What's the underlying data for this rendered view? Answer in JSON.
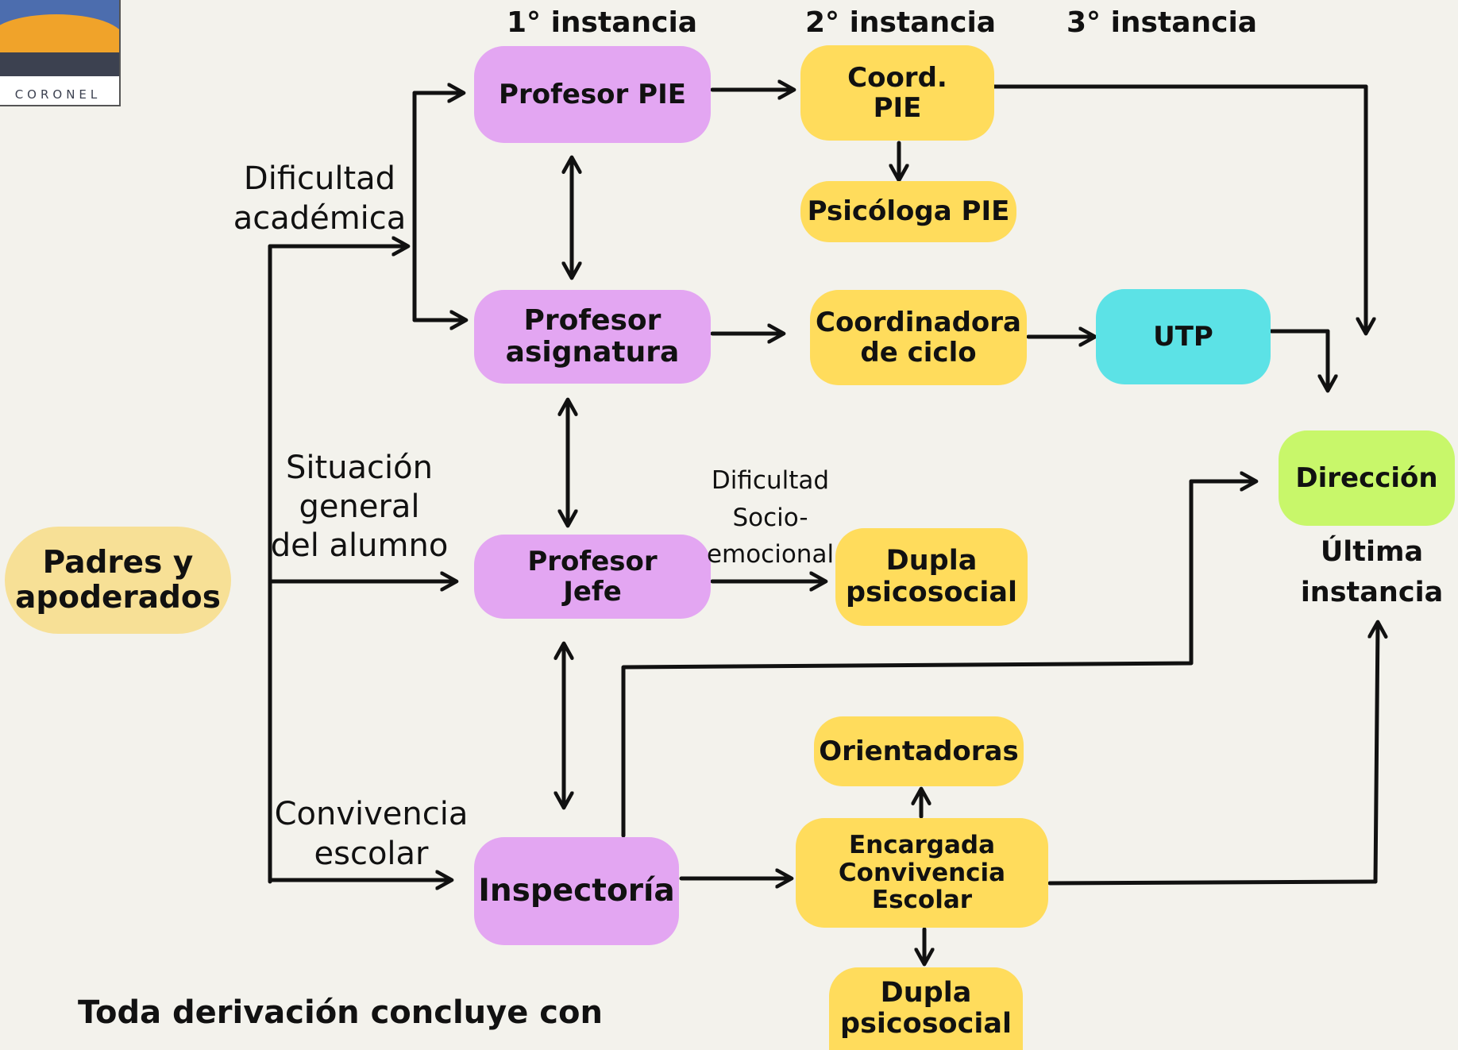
{
  "logo": {
    "text": "CORONEL"
  },
  "headers": {
    "first": "1° instancia",
    "second": "2° instancia",
    "third": "3° instancia"
  },
  "nodes": {
    "padres": "Padres y\napoderados",
    "profesor_pie": "Profesor PIE",
    "coord_pie": "Coord.\nPIE",
    "psicologa_pie": "Psicóloga PIE",
    "profesor_asignatura": "Profesor\nasignatura",
    "coordinadora_ciclo": "Coordinadora\nde ciclo",
    "utp": "UTP",
    "profesor_jefe": "Profesor\nJefe",
    "dupla_1": "Dupla\npsicosocial",
    "direccion": "Dirección",
    "orientadoras": "Orientadoras",
    "inspectoria": "Inspectoría",
    "encargada": "Encargada\nConvivencia\nEscolar",
    "dupla_2": "Dupla\npsicosocial"
  },
  "labels": {
    "dificultad_academica": "Dificultad\nacadémica",
    "situacion_general": "Situación\ngeneral\ndel alumno",
    "convivencia_escolar": "Convivencia\nescolar",
    "dificultad_socio": "Dificultad\nSocio-\nemocional",
    "ultima_instancia": "Última\ninstancia"
  },
  "footer": {
    "note": "Toda derivación concluye con"
  },
  "colors": {
    "background": "#f3f2ec",
    "teacher": "#e3a6f2",
    "coordinator": "#ffdc5c",
    "utp": "#5ce2e6",
    "direccion": "#c8f76a",
    "padres": "#f7e096"
  }
}
